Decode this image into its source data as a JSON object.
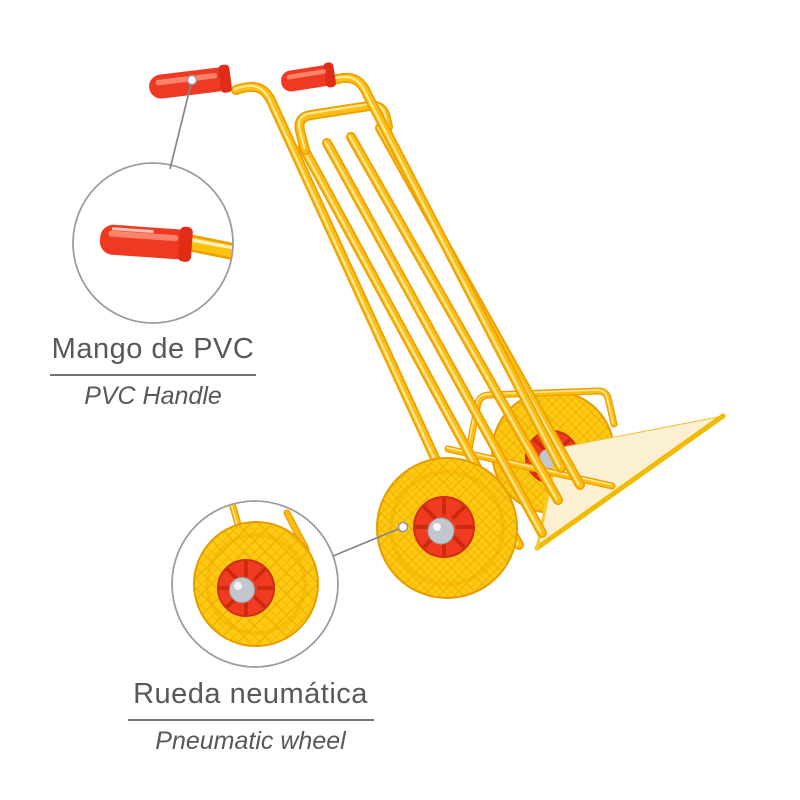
{
  "photo": {
    "subject": "hand-truck"
  },
  "callouts": [
    {
      "id": "pvc-handle",
      "title": "Mango de PVC",
      "subtitle": "PVC Handle"
    },
    {
      "id": "pneumatic-wheel",
      "title": "Rueda neumática",
      "subtitle": "Pneumatic wheel"
    }
  ],
  "colors": {
    "frame_yellow": "#FDBE10",
    "frame_shadow": "#EE9F00",
    "tire_yellow": "#FFCB10",
    "hub_red": "#F03B20",
    "grip_red": "#EE3A22",
    "axle_silver": "#C3C7CD",
    "plate_cream": "#FBF0D2",
    "label_text": "#58585A",
    "rule_gray": "#717376",
    "leader_gray": "#85868A"
  }
}
